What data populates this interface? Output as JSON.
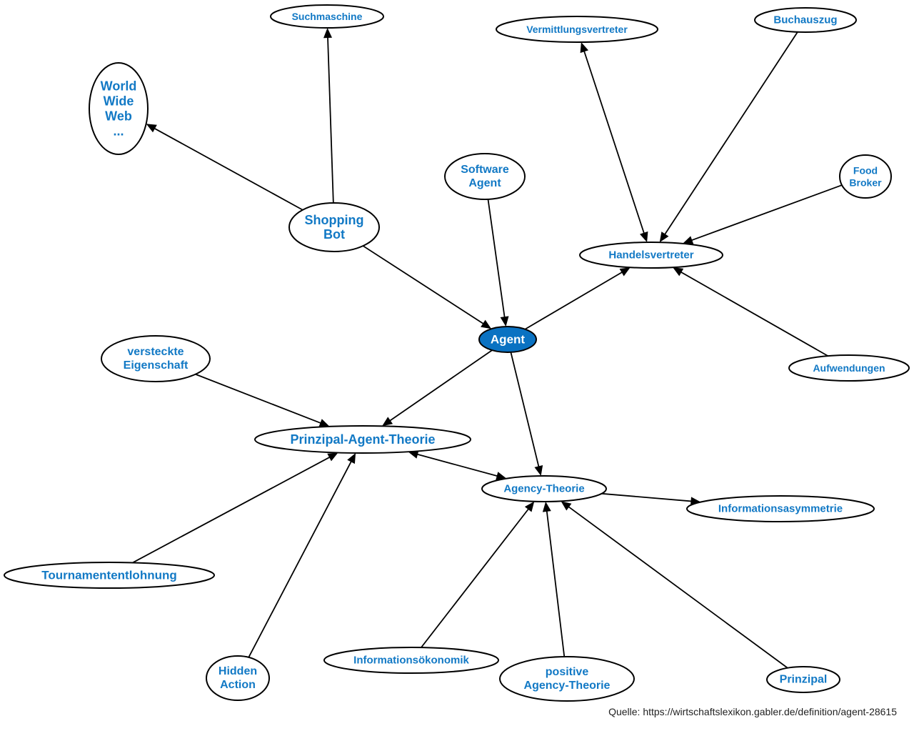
{
  "diagram": {
    "central_node": "agent",
    "colors": {
      "label": "#1279c5",
      "central_fill": "#0a72c2",
      "central_label": "#ffffff",
      "stroke": "#000000"
    },
    "nodes": [
      {
        "id": "suchmaschine",
        "lines": [
          "Suchmaschine"
        ]
      },
      {
        "id": "www",
        "lines": [
          "World",
          "Wide",
          "Web",
          "..."
        ]
      },
      {
        "id": "shopping-bot",
        "lines": [
          "Shopping",
          "Bot"
        ]
      },
      {
        "id": "software-agent",
        "lines": [
          "Software",
          "Agent"
        ]
      },
      {
        "id": "vermittlungsvertreter",
        "lines": [
          "Vermittlungsvertreter"
        ]
      },
      {
        "id": "buchauszug",
        "lines": [
          "Buchauszug"
        ]
      },
      {
        "id": "food-broker",
        "lines": [
          "Food",
          "Broker"
        ]
      },
      {
        "id": "handelsvertreter",
        "lines": [
          "Handelsvertreter"
        ]
      },
      {
        "id": "agent",
        "lines": [
          "Agent"
        ],
        "central": true
      },
      {
        "id": "aufwendungen",
        "lines": [
          "Aufwendungen"
        ]
      },
      {
        "id": "versteckte-eigenschaft",
        "lines": [
          "versteckte",
          "Eigenschaft"
        ]
      },
      {
        "id": "prinzipal-agent-theorie",
        "lines": [
          "Prinzipal-Agent-Theorie"
        ]
      },
      {
        "id": "agency-theorie",
        "lines": [
          "Agency-Theorie"
        ]
      },
      {
        "id": "informationsasymmetrie",
        "lines": [
          "Informationsasymmetrie"
        ]
      },
      {
        "id": "tournamententlohnung",
        "lines": [
          "Tournamententlohnung"
        ]
      },
      {
        "id": "hidden-action",
        "lines": [
          "Hidden",
          "Action"
        ]
      },
      {
        "id": "informationsoekonomik",
        "lines": [
          "Informationsökonomik"
        ]
      },
      {
        "id": "positive-agency-theorie",
        "lines": [
          "positive",
          "Agency-Theorie"
        ]
      },
      {
        "id": "prinzipal",
        "lines": [
          "Prinzipal"
        ]
      }
    ],
    "edges": [
      {
        "from": "shopping-bot",
        "to": "suchmaschine",
        "arrow": "end"
      },
      {
        "from": "shopping-bot",
        "to": "www",
        "arrow": "end"
      },
      {
        "from": "shopping-bot",
        "to": "agent",
        "arrow": "end"
      },
      {
        "from": "software-agent",
        "to": "agent",
        "arrow": "end"
      },
      {
        "from": "agent",
        "to": "handelsvertreter",
        "arrow": "end"
      },
      {
        "from": "agent",
        "to": "prinzipal-agent-theorie",
        "arrow": "end"
      },
      {
        "from": "agent",
        "to": "agency-theorie",
        "arrow": "end"
      },
      {
        "from": "handelsvertreter",
        "to": "vermittlungsvertreter",
        "arrow": "both"
      },
      {
        "from": "buchauszug",
        "to": "handelsvertreter",
        "arrow": "end"
      },
      {
        "from": "food-broker",
        "to": "handelsvertreter",
        "arrow": "end"
      },
      {
        "from": "aufwendungen",
        "to": "handelsvertreter",
        "arrow": "end"
      },
      {
        "from": "versteckte-eigenschaft",
        "to": "prinzipal-agent-theorie",
        "arrow": "end"
      },
      {
        "from": "tournamententlohnung",
        "to": "prinzipal-agent-theorie",
        "arrow": "end"
      },
      {
        "from": "hidden-action",
        "to": "prinzipal-agent-theorie",
        "arrow": "end"
      },
      {
        "from": "prinzipal-agent-theorie",
        "to": "agency-theorie",
        "arrow": "both"
      },
      {
        "from": "agency-theorie",
        "to": "informationsasymmetrie",
        "arrow": "end"
      },
      {
        "from": "informationsoekonomik",
        "to": "agency-theorie",
        "arrow": "end"
      },
      {
        "from": "positive-agency-theorie",
        "to": "agency-theorie",
        "arrow": "end"
      },
      {
        "from": "prinzipal",
        "to": "agency-theorie",
        "arrow": "end"
      }
    ]
  },
  "footer": {
    "source": "Quelle: https://wirtschaftslexikon.gabler.de/definition/agent-28615"
  }
}
